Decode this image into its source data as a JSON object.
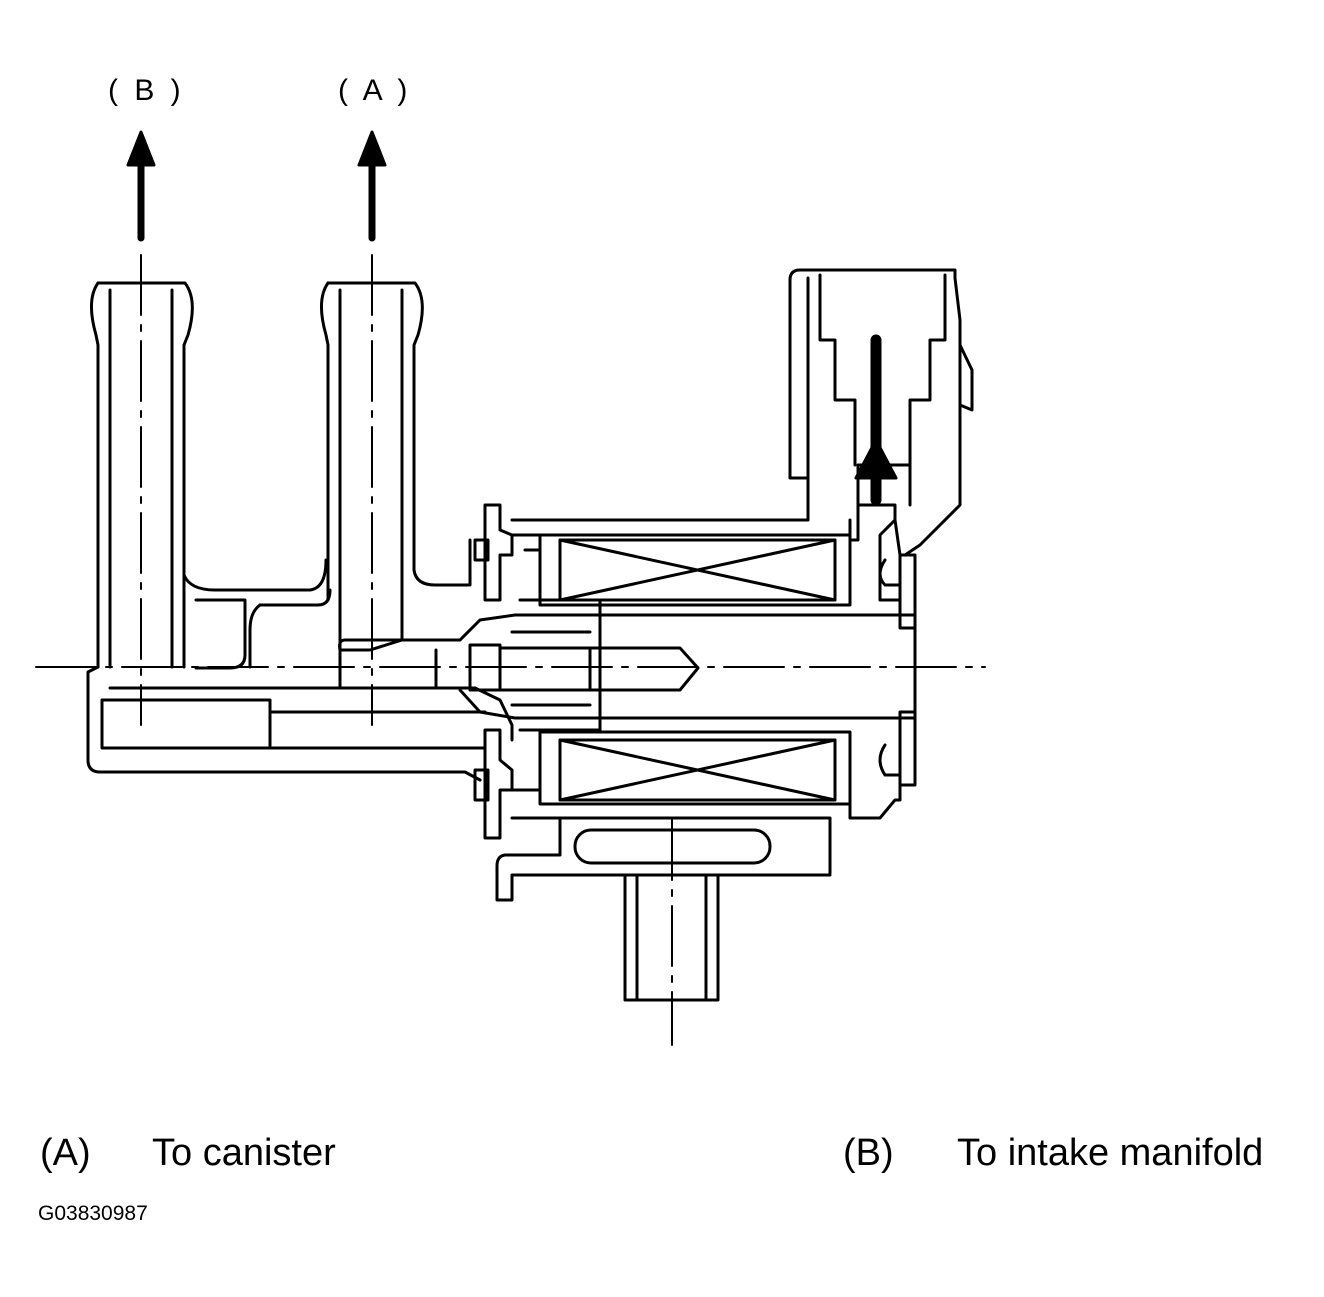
{
  "callouts": {
    "b": "( B )",
    "a": "( A )"
  },
  "legend": [
    {
      "key": "(A)",
      "text": "To canister"
    },
    {
      "key": "(B)",
      "text": "To intake manifold"
    }
  ],
  "figure_id": "G03830987",
  "colors": {
    "ink": "#000000",
    "paper": "#ffffff"
  }
}
